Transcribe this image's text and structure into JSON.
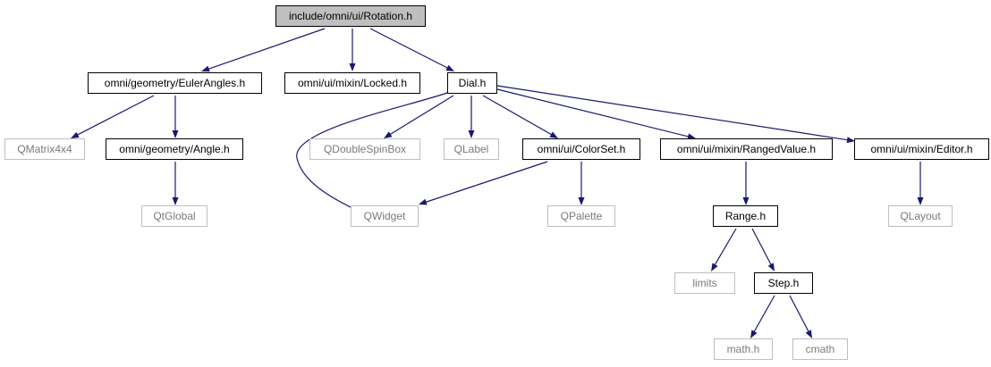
{
  "diagram": {
    "type": "include-dependency-graph",
    "colors": {
      "edge": "#191970",
      "root_fill": "#bfbfbf",
      "node_border": "#000000",
      "external_border": "#bfbfbf",
      "external_text": "#7a7a7a"
    },
    "nodes": {
      "rotation": {
        "label": "include/omni/ui/Rotation.h",
        "kind": "root"
      },
      "eulerangles": {
        "label": "omni/geometry/EulerAngles.h",
        "kind": "file"
      },
      "locked": {
        "label": "omni/ui/mixin/Locked.h",
        "kind": "file"
      },
      "dial": {
        "label": "Dial.h",
        "kind": "file"
      },
      "qmatrix4x4": {
        "label": "QMatrix4x4",
        "kind": "external"
      },
      "angle": {
        "label": "omni/geometry/Angle.h",
        "kind": "file"
      },
      "qdoublespinbox": {
        "label": "QDoubleSpinBox",
        "kind": "external"
      },
      "qlabel": {
        "label": "QLabel",
        "kind": "external"
      },
      "colorset": {
        "label": "omni/ui/ColorSet.h",
        "kind": "file"
      },
      "rangedvalue": {
        "label": "omni/ui/mixin/RangedValue.h",
        "kind": "file"
      },
      "editor": {
        "label": "omni/ui/mixin/Editor.h",
        "kind": "file"
      },
      "qtglobal": {
        "label": "QtGlobal",
        "kind": "external"
      },
      "qwidget": {
        "label": "QWidget",
        "kind": "external"
      },
      "qpalette": {
        "label": "QPalette",
        "kind": "external"
      },
      "range": {
        "label": "Range.h",
        "kind": "file"
      },
      "qlayout": {
        "label": "QLayout",
        "kind": "external"
      },
      "limits": {
        "label": "limits",
        "kind": "external"
      },
      "step": {
        "label": "Step.h",
        "kind": "file"
      },
      "mathh": {
        "label": "math.h",
        "kind": "external"
      },
      "cmath": {
        "label": "cmath",
        "kind": "external"
      }
    },
    "edges": [
      [
        "rotation",
        "eulerangles"
      ],
      [
        "rotation",
        "locked"
      ],
      [
        "rotation",
        "dial"
      ],
      [
        "eulerangles",
        "qmatrix4x4"
      ],
      [
        "eulerangles",
        "angle"
      ],
      [
        "angle",
        "qtglobal"
      ],
      [
        "dial",
        "qwidget"
      ],
      [
        "dial",
        "qdoublespinbox"
      ],
      [
        "dial",
        "qlabel"
      ],
      [
        "dial",
        "colorset"
      ],
      [
        "dial",
        "rangedvalue"
      ],
      [
        "dial",
        "editor"
      ],
      [
        "colorset",
        "qwidget"
      ],
      [
        "colorset",
        "qpalette"
      ],
      [
        "rangedvalue",
        "range"
      ],
      [
        "editor",
        "qlayout"
      ],
      [
        "range",
        "limits"
      ],
      [
        "range",
        "step"
      ],
      [
        "step",
        "mathh"
      ],
      [
        "step",
        "cmath"
      ]
    ]
  }
}
